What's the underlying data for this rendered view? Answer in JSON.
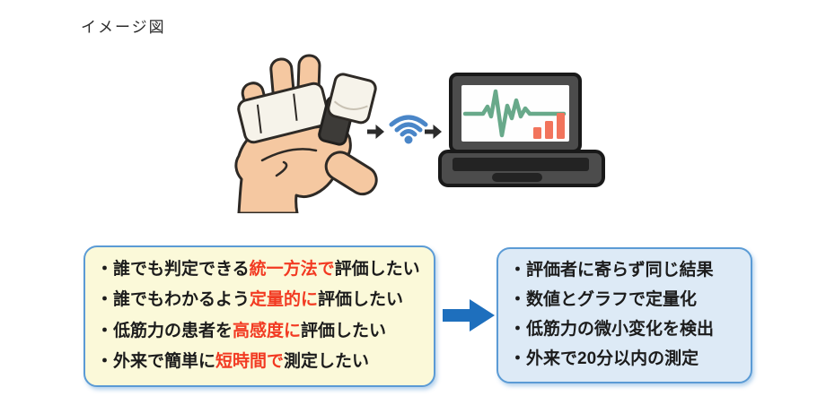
{
  "page": {
    "title": "イメージ図",
    "background": "#ffffff"
  },
  "illustration": {
    "device": "finger-grip-sensor-on-hand",
    "wifi_color": "#4a86c8",
    "arrow_color": "#2b2b2b",
    "laptop": {
      "body_color": "#4c4c4c",
      "waveform_color": "#68a98a",
      "bar_color": "#f2745c"
    }
  },
  "left_box": {
    "background": "#fbf9d9",
    "border_color": "#5b9bd5",
    "highlight_color": "#f23a22",
    "items": [
      {
        "pre": "・誰でも判定できる",
        "highlight": "統一方法で",
        "post": "評価したい"
      },
      {
        "pre": "・誰でもわかるよう",
        "highlight": "定量的に",
        "post": "評価したい"
      },
      {
        "pre": "・低筋力の患者を",
        "highlight": "高感度に",
        "post": "評価したい"
      },
      {
        "pre": "・外来で簡単に",
        "highlight": "短時間で",
        "post": "測定したい"
      }
    ]
  },
  "flow_arrow": {
    "color": "#1e6fbd"
  },
  "right_box": {
    "background": "#ddeaf6",
    "border_color": "#5b9bd5",
    "items": [
      {
        "text": "・評価者に寄らず同じ結果"
      },
      {
        "text": "・数値とグラフで定量化"
      },
      {
        "text": "・低筋力の微小変化を検出"
      },
      {
        "text": "・外来で20分以内の測定"
      }
    ]
  }
}
